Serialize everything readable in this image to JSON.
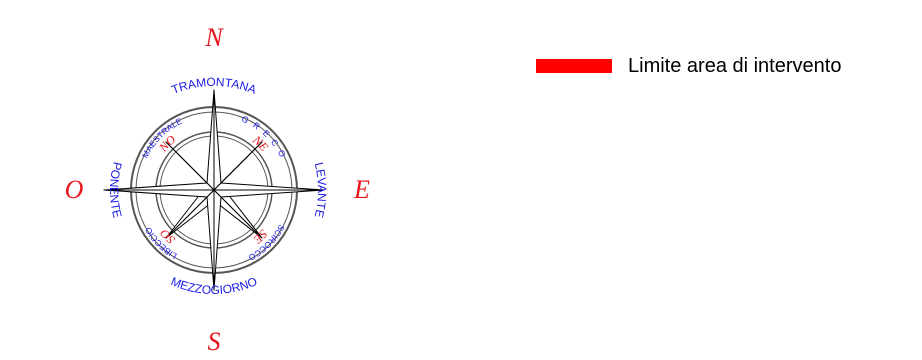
{
  "compass": {
    "cardinals": {
      "north": "N",
      "south": "S",
      "east": "E",
      "west": "O"
    },
    "winds_main": {
      "north": "TRAMONTANA",
      "east": "LEVANTE",
      "south": "MEZZOGIORNO",
      "west": "PONENTE"
    },
    "winds_inter": {
      "northwest": "MAESTRALE",
      "northeast": "GRECO",
      "southeast": "SCIROCCO",
      "southwest": "LIBECCIO"
    },
    "inter_abbr": {
      "northwest": "NO",
      "northeast": "NE",
      "southeast": "SE",
      "southwest": "SO"
    }
  },
  "legend": {
    "label": "Limite area di intervento",
    "swatch_color": "#ff0000"
  },
  "colors": {
    "cardinal": "#e8141c",
    "wind": "#1a1ae6",
    "rose_stroke": "#000000",
    "ring": "#555555"
  }
}
